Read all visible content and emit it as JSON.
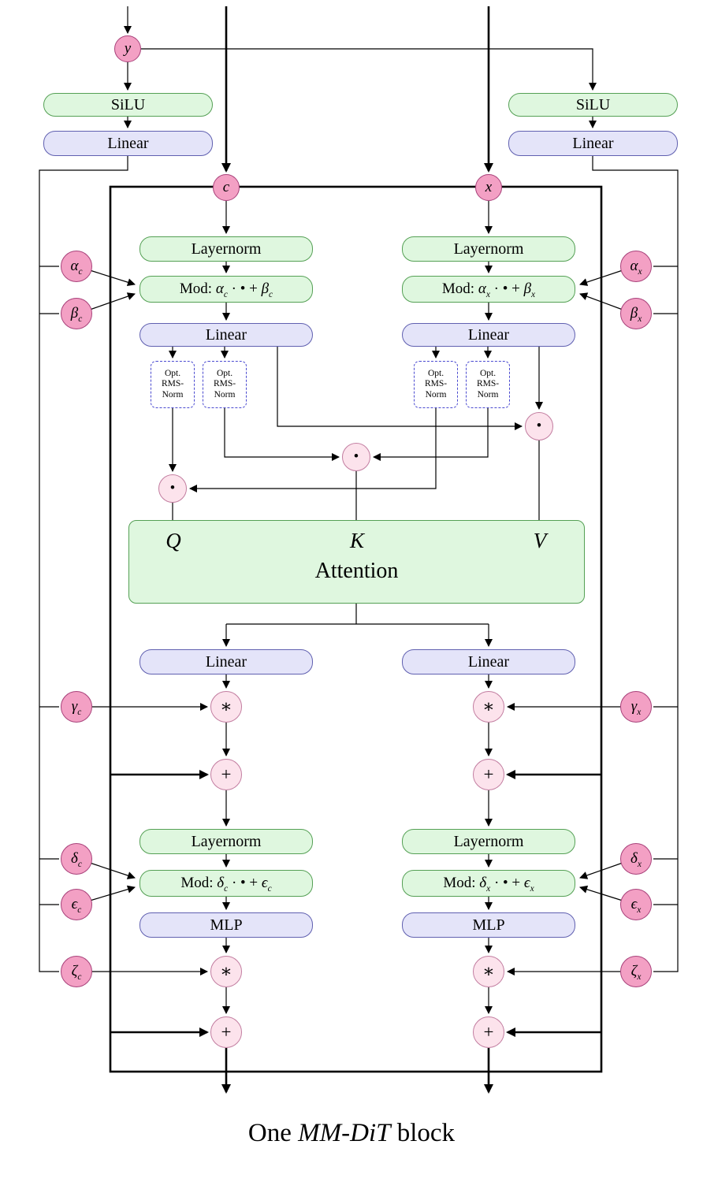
{
  "colors": {
    "box_green": "#DFF7DF",
    "box_green_border": "#55A055",
    "box_purple": "#E4E4F9",
    "box_purple_border": "#6060B0",
    "circle_pink": "#F3A0C4",
    "circle_pink_border": "#A8417A",
    "op_fill": "#FCE3EC",
    "op_border": "#C27DA0",
    "rms_border": "#4A4AD0",
    "wire": "#000000"
  },
  "top": {
    "y_label": "y",
    "left": {
      "silu": "SiLU",
      "linear": "Linear"
    },
    "right": {
      "silu": "SiLU",
      "linear": "Linear"
    }
  },
  "block": {
    "c_input": "c",
    "x_input": "x",
    "attention": {
      "q": "Q",
      "k": "K",
      "v": "V",
      "label": "Attention"
    },
    "c_stream": {
      "layernorm1": "Layernorm",
      "mod1": {
        "prefix": "Mod: ",
        "p1": "α",
        "p1_sub": "c",
        "op": " · • + ",
        "p2": "β",
        "p2_sub": "c"
      },
      "linear_qkv": "Linear",
      "rms_q": {
        "l1": "Opt.",
        "l2": "RMS-",
        "l3": "Norm"
      },
      "rms_k": {
        "l1": "Opt.",
        "l2": "RMS-",
        "l3": "Norm"
      },
      "linear_out": "Linear",
      "layernorm2": "Layernorm",
      "mod2": {
        "prefix": "Mod: ",
        "p1": "δ",
        "p1_sub": "c",
        "op": " · • + ",
        "p2": "ϵ",
        "p2_sub": "c"
      },
      "mlp": "MLP",
      "params": {
        "alpha": {
          "sym": "α",
          "sub": "c"
        },
        "beta": {
          "sym": "β",
          "sub": "c"
        },
        "gamma": {
          "sym": "γ",
          "sub": "c"
        },
        "delta": {
          "sym": "δ",
          "sub": "c"
        },
        "epsilon": {
          "sym": "ϵ",
          "sub": "c"
        },
        "zeta": {
          "sym": "ζ",
          "sub": "c"
        }
      }
    },
    "x_stream": {
      "layernorm1": "Layernorm",
      "mod1": {
        "prefix": "Mod: ",
        "p1": "α",
        "p1_sub": "x",
        "op": " · • + ",
        "p2": "β",
        "p2_sub": "x"
      },
      "linear_qkv": "Linear",
      "rms_q": {
        "l1": "Opt.",
        "l2": "RMS-",
        "l3": "Norm"
      },
      "rms_k": {
        "l1": "Opt.",
        "l2": "RMS-",
        "l3": "Norm"
      },
      "linear_out": "Linear",
      "layernorm2": "Layernorm",
      "mod2": {
        "prefix": "Mod: ",
        "p1": "δ",
        "p1_sub": "x",
        "op": " · • + ",
        "p2": "ϵ",
        "p2_sub": "x"
      },
      "mlp": "MLP",
      "params": {
        "alpha": {
          "sym": "α",
          "sub": "x"
        },
        "beta": {
          "sym": "β",
          "sub": "x"
        },
        "gamma": {
          "sym": "γ",
          "sub": "x"
        },
        "delta": {
          "sym": "δ",
          "sub": "x"
        },
        "epsilon": {
          "sym": "ϵ",
          "sub": "x"
        },
        "zeta": {
          "sym": "ζ",
          "sub": "x"
        }
      }
    }
  },
  "operators": {
    "scale": "∗",
    "add": "+",
    "concat_dot": "•"
  },
  "caption": {
    "pre": "One ",
    "emph": "MM-DiT",
    "post": " block"
  }
}
